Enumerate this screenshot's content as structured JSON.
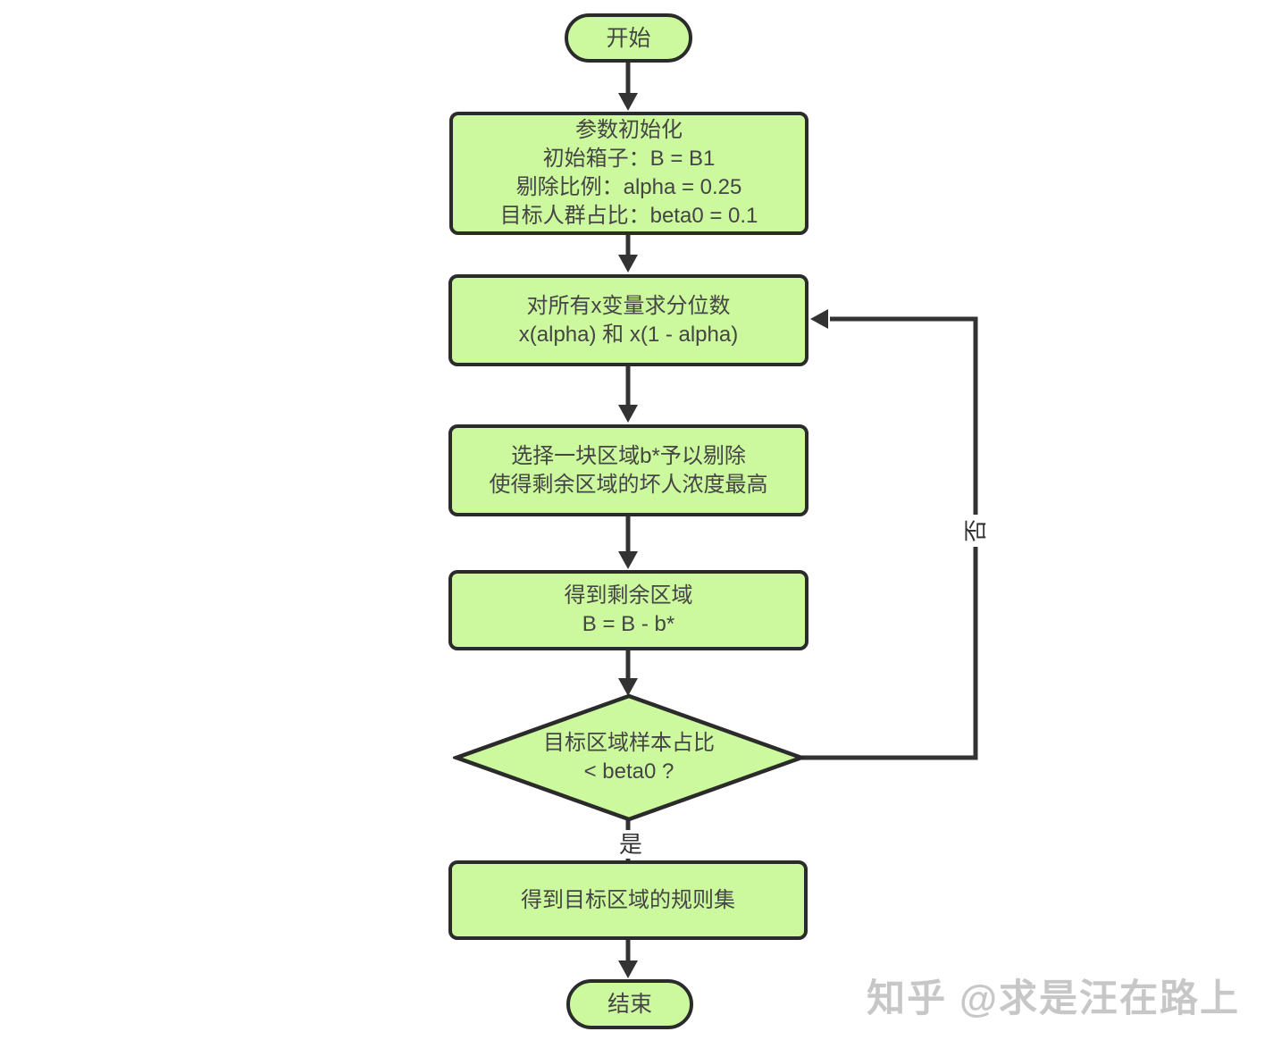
{
  "colors": {
    "node_fill": "#ccf89e",
    "node_border": "#2b2b2b",
    "node_text": "#454545",
    "line": "#333333",
    "watermark": "#c7c7c7"
  },
  "nodes": {
    "start": {
      "label": "开始"
    },
    "init": {
      "lines": [
        "参数初始化",
        "初始箱子：B = B1",
        "剔除比例：alpha = 0.25",
        "目标人群占比：beta0 = 0.1"
      ]
    },
    "quantile": {
      "lines": [
        "对所有x变量求分位数",
        "x(alpha) 和 x(1 - alpha)"
      ]
    },
    "select": {
      "lines": [
        "选择一块区域b*予以剔除",
        "使得剩余区域的坏人浓度最高"
      ]
    },
    "remain": {
      "lines": [
        "得到剩余区域",
        "B = B - b*"
      ]
    },
    "decision": {
      "lines": [
        "目标区域样本占比",
        "< beta0 ?"
      ]
    },
    "ruleset": {
      "lines": [
        "得到目标区域的规则集"
      ]
    },
    "end": {
      "label": "结束"
    }
  },
  "edges": {
    "yes_label": "是",
    "no_label": "否"
  },
  "watermark": {
    "text": "知乎 @求是汪在路上"
  }
}
